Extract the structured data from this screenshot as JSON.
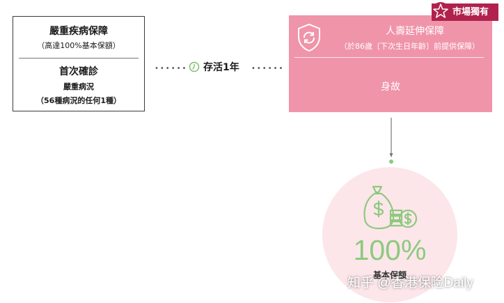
{
  "left_box": {
    "title": "嚴重疾病保障",
    "subtitle": "（高達100%基本保額）",
    "second_title": "首次確診",
    "second_line": "嚴重病況",
    "third_line": "（56種病況的任何1種）"
  },
  "connector": {
    "label": "存活1年"
  },
  "right_box": {
    "title": "人壽延伸保障",
    "subtitle": "（於86歲〔下次生日年齡〕前提供保障）",
    "second_title": "身故"
  },
  "badge": {
    "label": "市場獨有"
  },
  "result": {
    "percent": "100%",
    "label": "基本保額"
  },
  "watermark": {
    "text": "知乎 @香港保险Daily"
  },
  "colors": {
    "pink_box": "#f094aa",
    "badge": "#b0224d",
    "green": "#8ec97e",
    "circle": "#fce6ea"
  }
}
